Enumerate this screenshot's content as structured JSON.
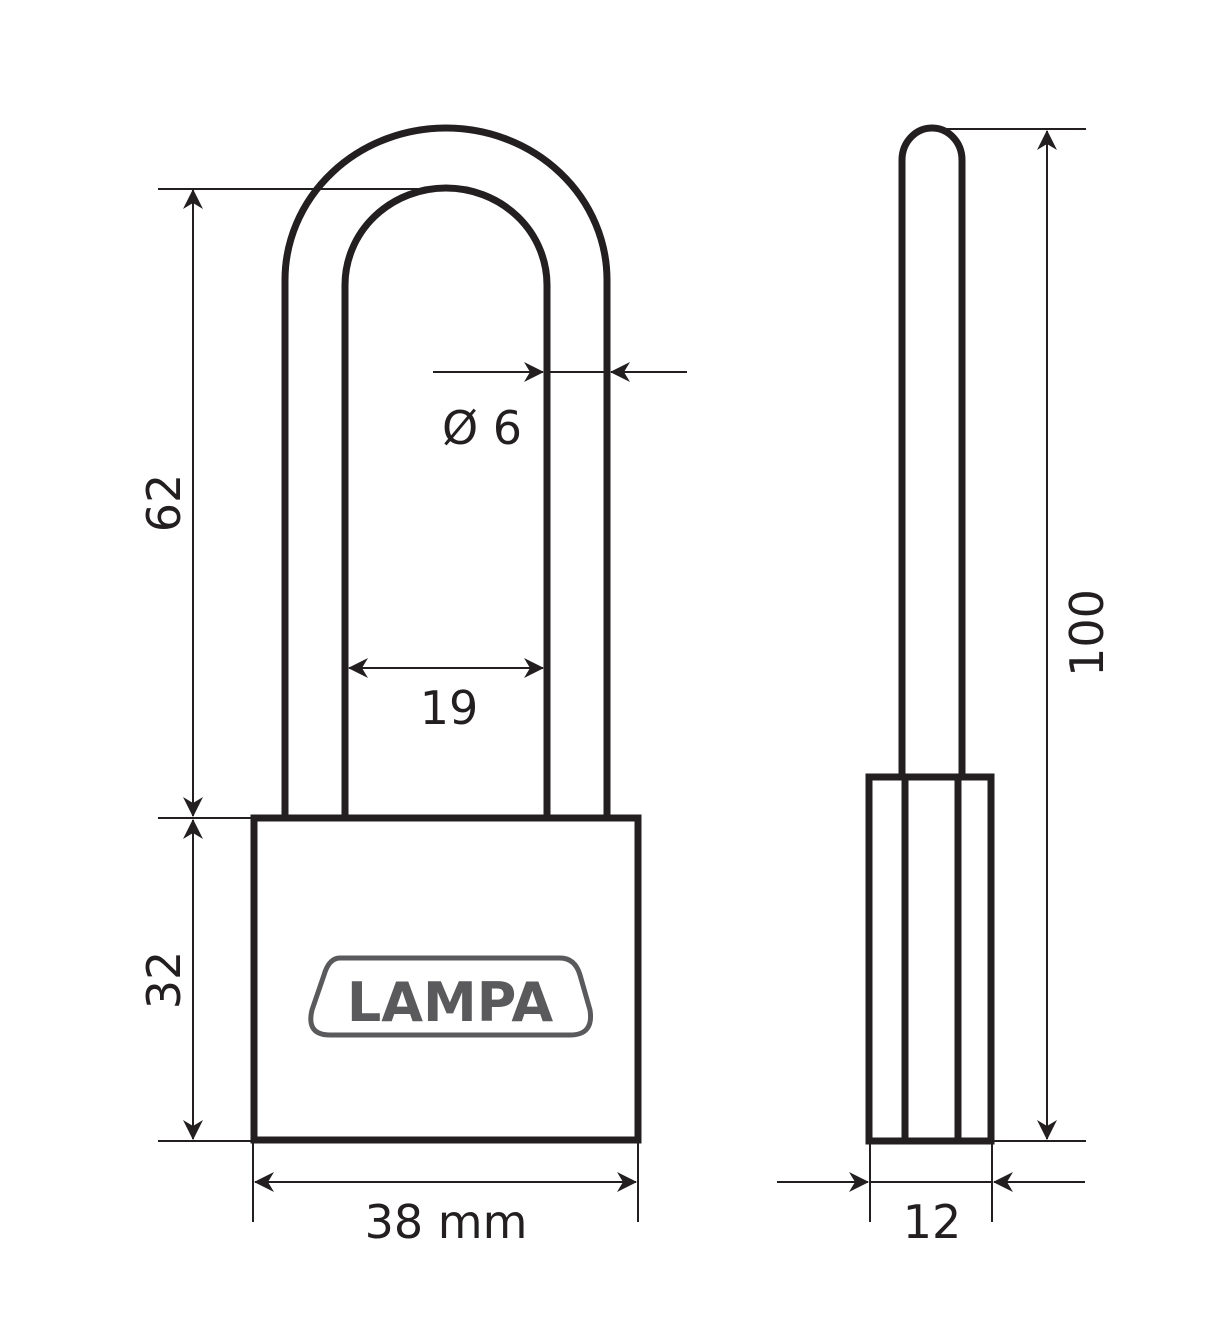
{
  "diagram": {
    "title": "Padlock technical drawing",
    "colors": {
      "line": "#231f20",
      "logo": "#5a5a5c",
      "background": "#ffffff"
    },
    "front_view": {
      "logo_text": "LAMPA",
      "dimensions": {
        "shackle_height": "62",
        "body_height": "32",
        "body_width": "38 mm",
        "shackle_inner_width": "19",
        "shackle_diameter": "Ø 6"
      }
    },
    "side_view": {
      "dimensions": {
        "total_height": "100",
        "body_thickness": "12"
      }
    }
  }
}
